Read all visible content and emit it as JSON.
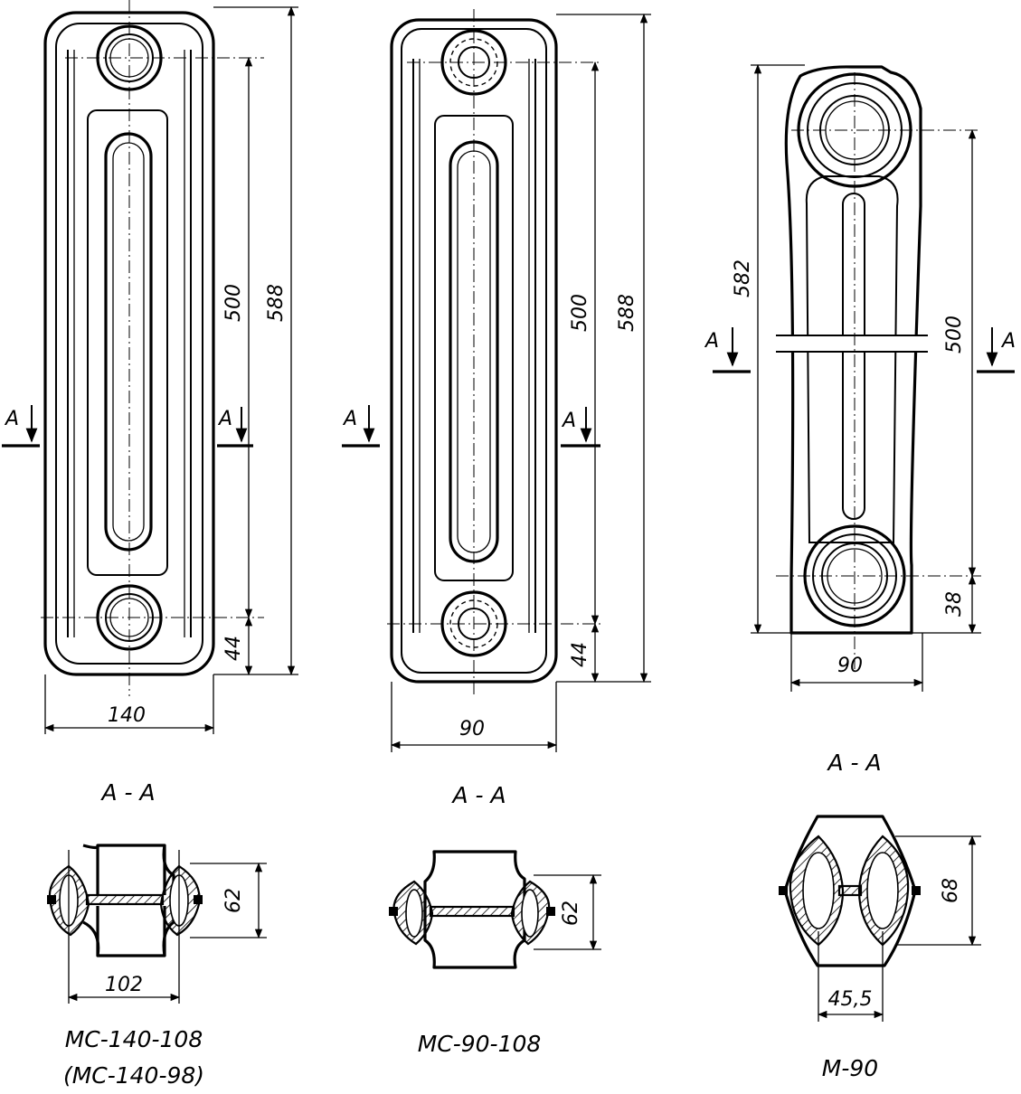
{
  "radiators": [
    {
      "id": "mc-140",
      "dims": {
        "total_height": "588",
        "axis_distance": "500",
        "bottom_offset": "44",
        "width": "140"
      },
      "section_title": "А - А",
      "section_dims": {
        "height": "62",
        "width": "102"
      },
      "model_line1": "МС-140-108",
      "model_line2": "(МС-140-98)"
    },
    {
      "id": "mc-90",
      "dims": {
        "total_height": "588",
        "axis_distance": "500",
        "bottom_offset": "44",
        "width": "90"
      },
      "section_title": "А - А",
      "section_dims": {
        "height": "62"
      },
      "model_line1": "МС-90-108"
    },
    {
      "id": "m-90",
      "dims": {
        "total_height": "582",
        "axis_distance": "500",
        "bottom_offset": "38",
        "width": "90"
      },
      "section_title": "А - А",
      "section_dims": {
        "height": "68",
        "width": "45,5"
      },
      "model_line1": "М-90"
    }
  ],
  "section_marker": "А"
}
